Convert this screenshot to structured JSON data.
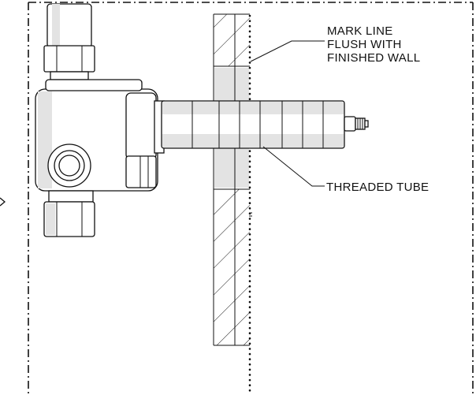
{
  "diagram": {
    "labels": {
      "mark_line": [
        "MARK LINE",
        "FLUSH WITH",
        "FINISHED WALL"
      ],
      "threaded_tube": "THREADED TUBE"
    }
  }
}
